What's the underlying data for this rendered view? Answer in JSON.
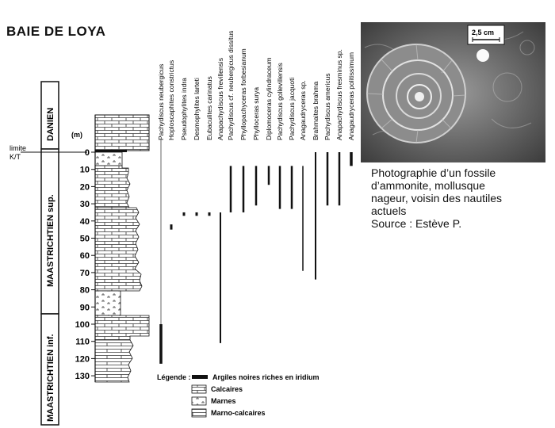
{
  "title": "BAIE DE LOYA",
  "unit_label": "(m)",
  "boundary_label": [
    "limite",
    "K/T"
  ],
  "stages": [
    "DANIEN",
    "MAASTRICHTIEN sup.",
    "MAASTRICHTIEN inf."
  ],
  "depth_ticks": [
    "0",
    "10",
    "20",
    "30",
    "40",
    "50",
    "60",
    "70",
    "80",
    "90",
    "100",
    "110",
    "120",
    "130"
  ],
  "species": [
    "Pachydiscus neubergicus",
    "Hoploscaphites constrictus",
    "Pseudophylites indra",
    "Desmophylites larteti",
    "Eubaculites carinatus",
    "Anapachydiscus frevillensis",
    "Pachydiscus cf. neubergicus dissitus",
    "Phyllopachyceras forbesianum",
    "Phylloceras surya",
    "Diplomoceras cylindraceum",
    "Pachydiscus gollevillensis",
    "Pachydiscus jacquoti",
    "Anagaudryceras sp.",
    "Brahmaites brahma",
    "Pachydiscus americus",
    "Anapachydiscus fresminus sp.",
    "Anagaudryceras politissimum"
  ],
  "legend": {
    "title": "Légende :",
    "items": [
      "Argiles noires riches en iridium",
      "Calcaires",
      "Marnes",
      "Marno-calcaires"
    ]
  },
  "photo": {
    "scale_label": "2,5 cm"
  },
  "caption": [
    "Photographie d’un fossile",
    "d’ammonite, mollusque",
    "nageur, voisin des nautiles",
    "actuels",
    "Source : Estève P."
  ]
}
